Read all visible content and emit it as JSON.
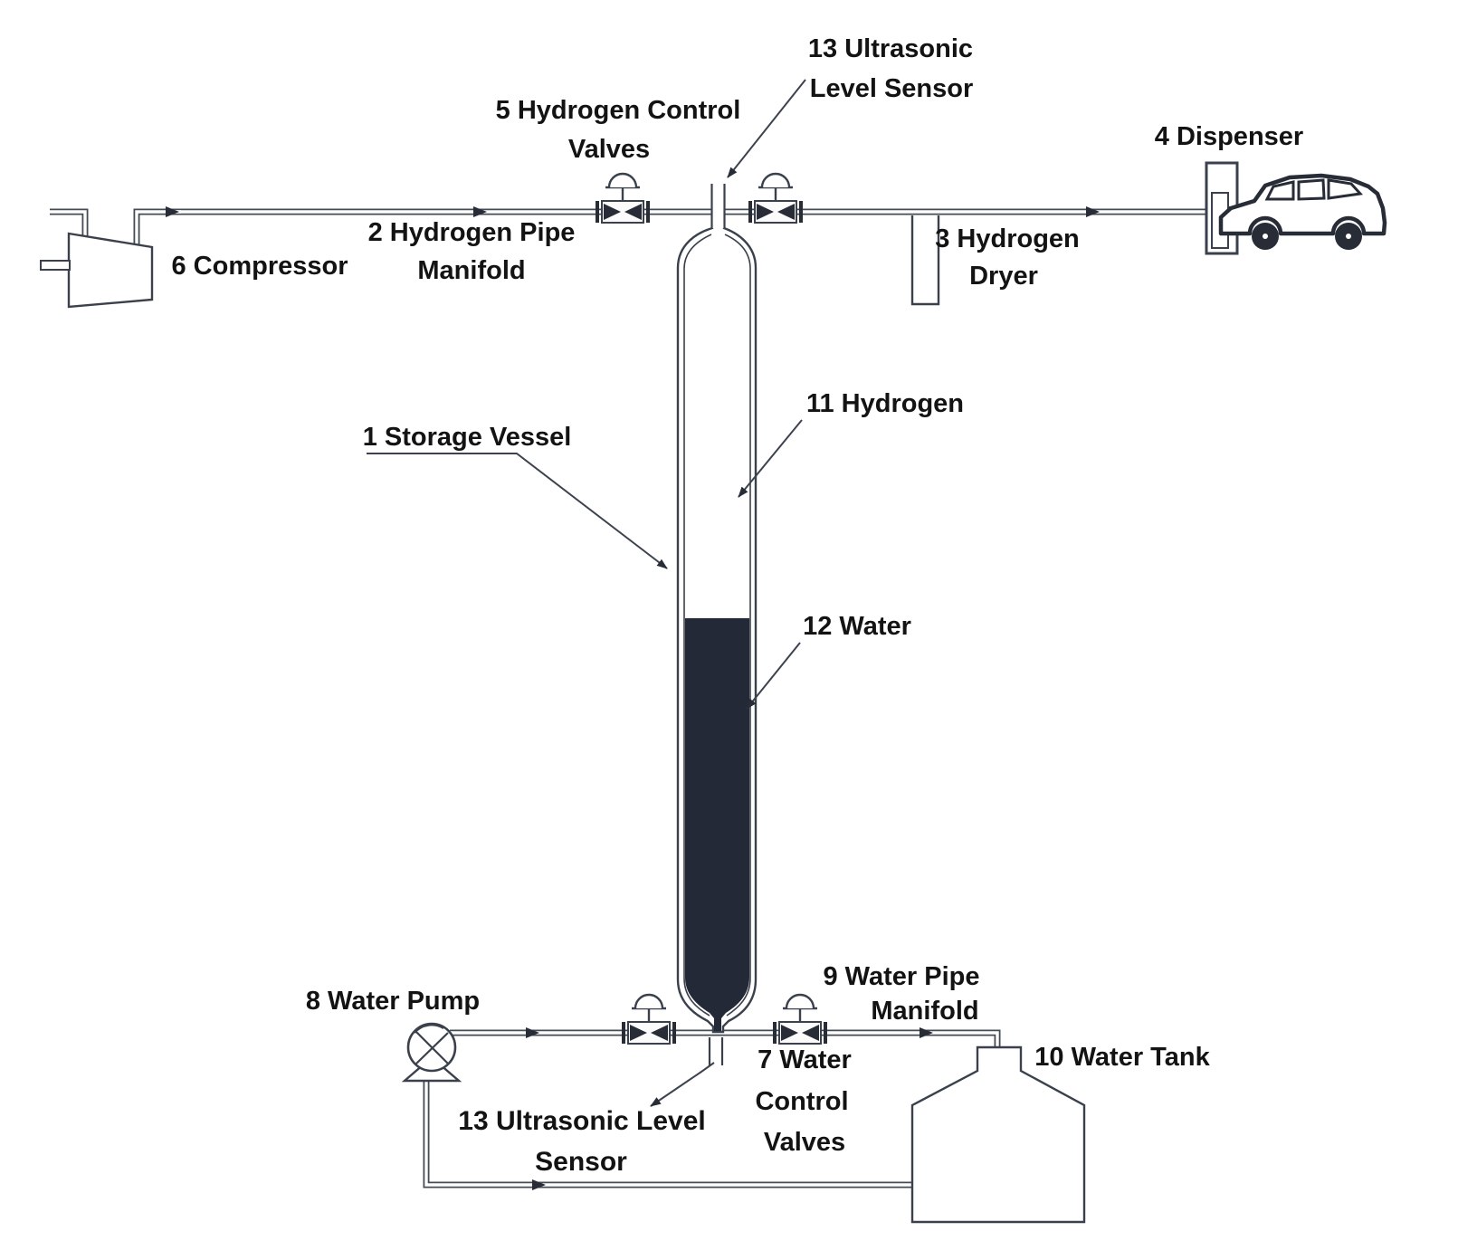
{
  "figure": {
    "type": "process-flow-diagram",
    "subject": "hydrogen storage and dispensing system with water displacement",
    "colors": {
      "background": "#ffffff",
      "pipe_line": "#454b55",
      "component_line": "#3b414c",
      "water_fill": "#232936",
      "arrow_fill": "#272c37",
      "text": "#131313"
    },
    "labels": {
      "storage_vessel": [
        "1 Storage Vessel"
      ],
      "hydrogen_pipe_manifold": [
        "2 Hydrogen Pipe",
        "Manifold"
      ],
      "hydrogen_dryer": [
        "3 Hydrogen",
        "Dryer"
      ],
      "dispenser": [
        "4 Dispenser"
      ],
      "hydrogen_control_valves": [
        "5 Hydrogen Control",
        "Valves"
      ],
      "compressor": [
        "6 Compressor"
      ],
      "water_control_valves": [
        "7 Water",
        "Control",
        "Valves"
      ],
      "water_pump": [
        "8 Water Pump"
      ],
      "water_pipe_manifold": [
        "9 Water Pipe",
        "Manifold"
      ],
      "water_tank": [
        "10 Water Tank"
      ],
      "hydrogen_region": [
        "11 Hydrogen"
      ],
      "water_region": [
        "12 Water"
      ],
      "ultrasonic_level_sensor_top": [
        "13 Ultrasonic",
        "Level Sensor"
      ],
      "ultrasonic_level_sensor_bottom": [
        "13 Ultrasonic Level",
        "Sensor"
      ]
    },
    "flow_arrows": [
      "compressor-to-manifold",
      "manifold-to-vessel",
      "manifold-to-dispenser",
      "pump-to-vessel",
      "valves-to-water-tank",
      "tank-return-line"
    ]
  }
}
